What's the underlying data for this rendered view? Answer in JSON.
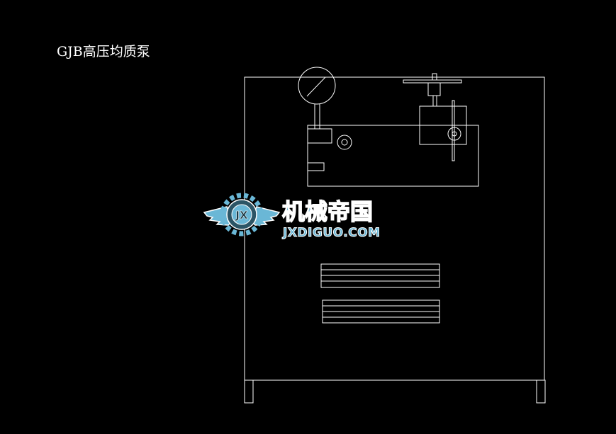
{
  "drawing": {
    "title": "GJB高压均质泵",
    "line_color": "#ffffff",
    "background_color": "#000000"
  },
  "watermark": {
    "brand_cn": "机械帝国",
    "brand_en": "JXDIGUO.COM",
    "logo_letters": "JX",
    "text_color": "#6ab7d6",
    "outline_color": "#ffffff",
    "icons": [
      "winged-gear-logo-icon"
    ]
  }
}
